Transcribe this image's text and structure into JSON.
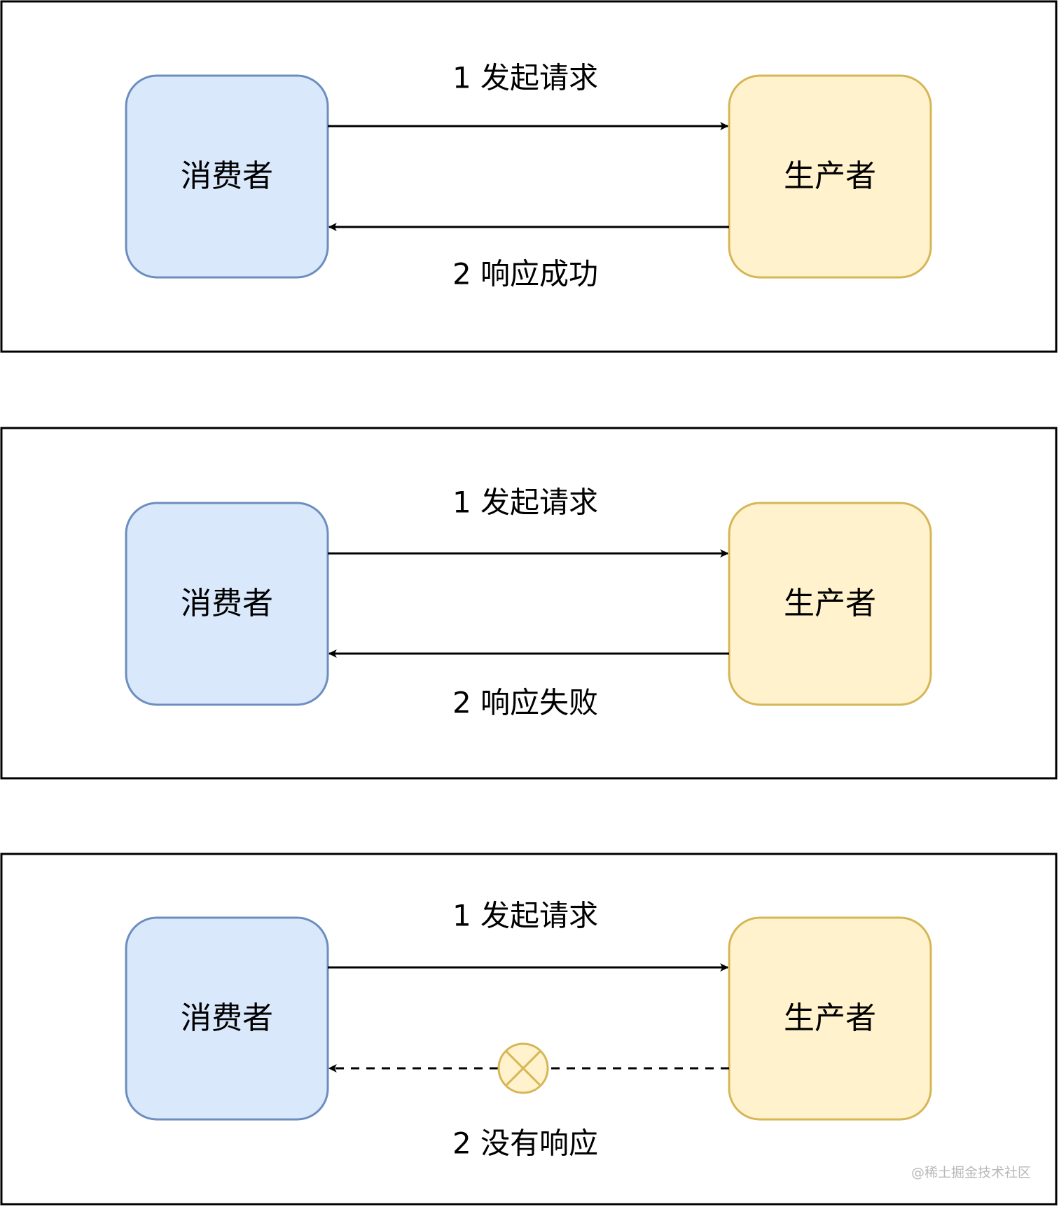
{
  "panels": [
    {
      "consumer_label": "消费者",
      "producer_label": "生产者",
      "request_label": "1 发起请求",
      "response_label": "2 响应成功",
      "response_style": "solid"
    },
    {
      "consumer_label": "消费者",
      "producer_label": "生产者",
      "request_label": "1 发起请求",
      "response_label": "2 响应失败",
      "response_style": "solid"
    },
    {
      "consumer_label": "消费者",
      "producer_label": "生产者",
      "request_label": "1 发起请求",
      "response_label": "2 没有响应",
      "response_style": "dashed",
      "blocked_icon": "x-circle-icon"
    }
  ],
  "watermark": "@稀土掘金技术社区",
  "colors": {
    "consumer_fill": "#dae8fc",
    "consumer_stroke": "#6c8ebf",
    "producer_fill": "#fff2cc",
    "producer_stroke": "#d6b656"
  }
}
